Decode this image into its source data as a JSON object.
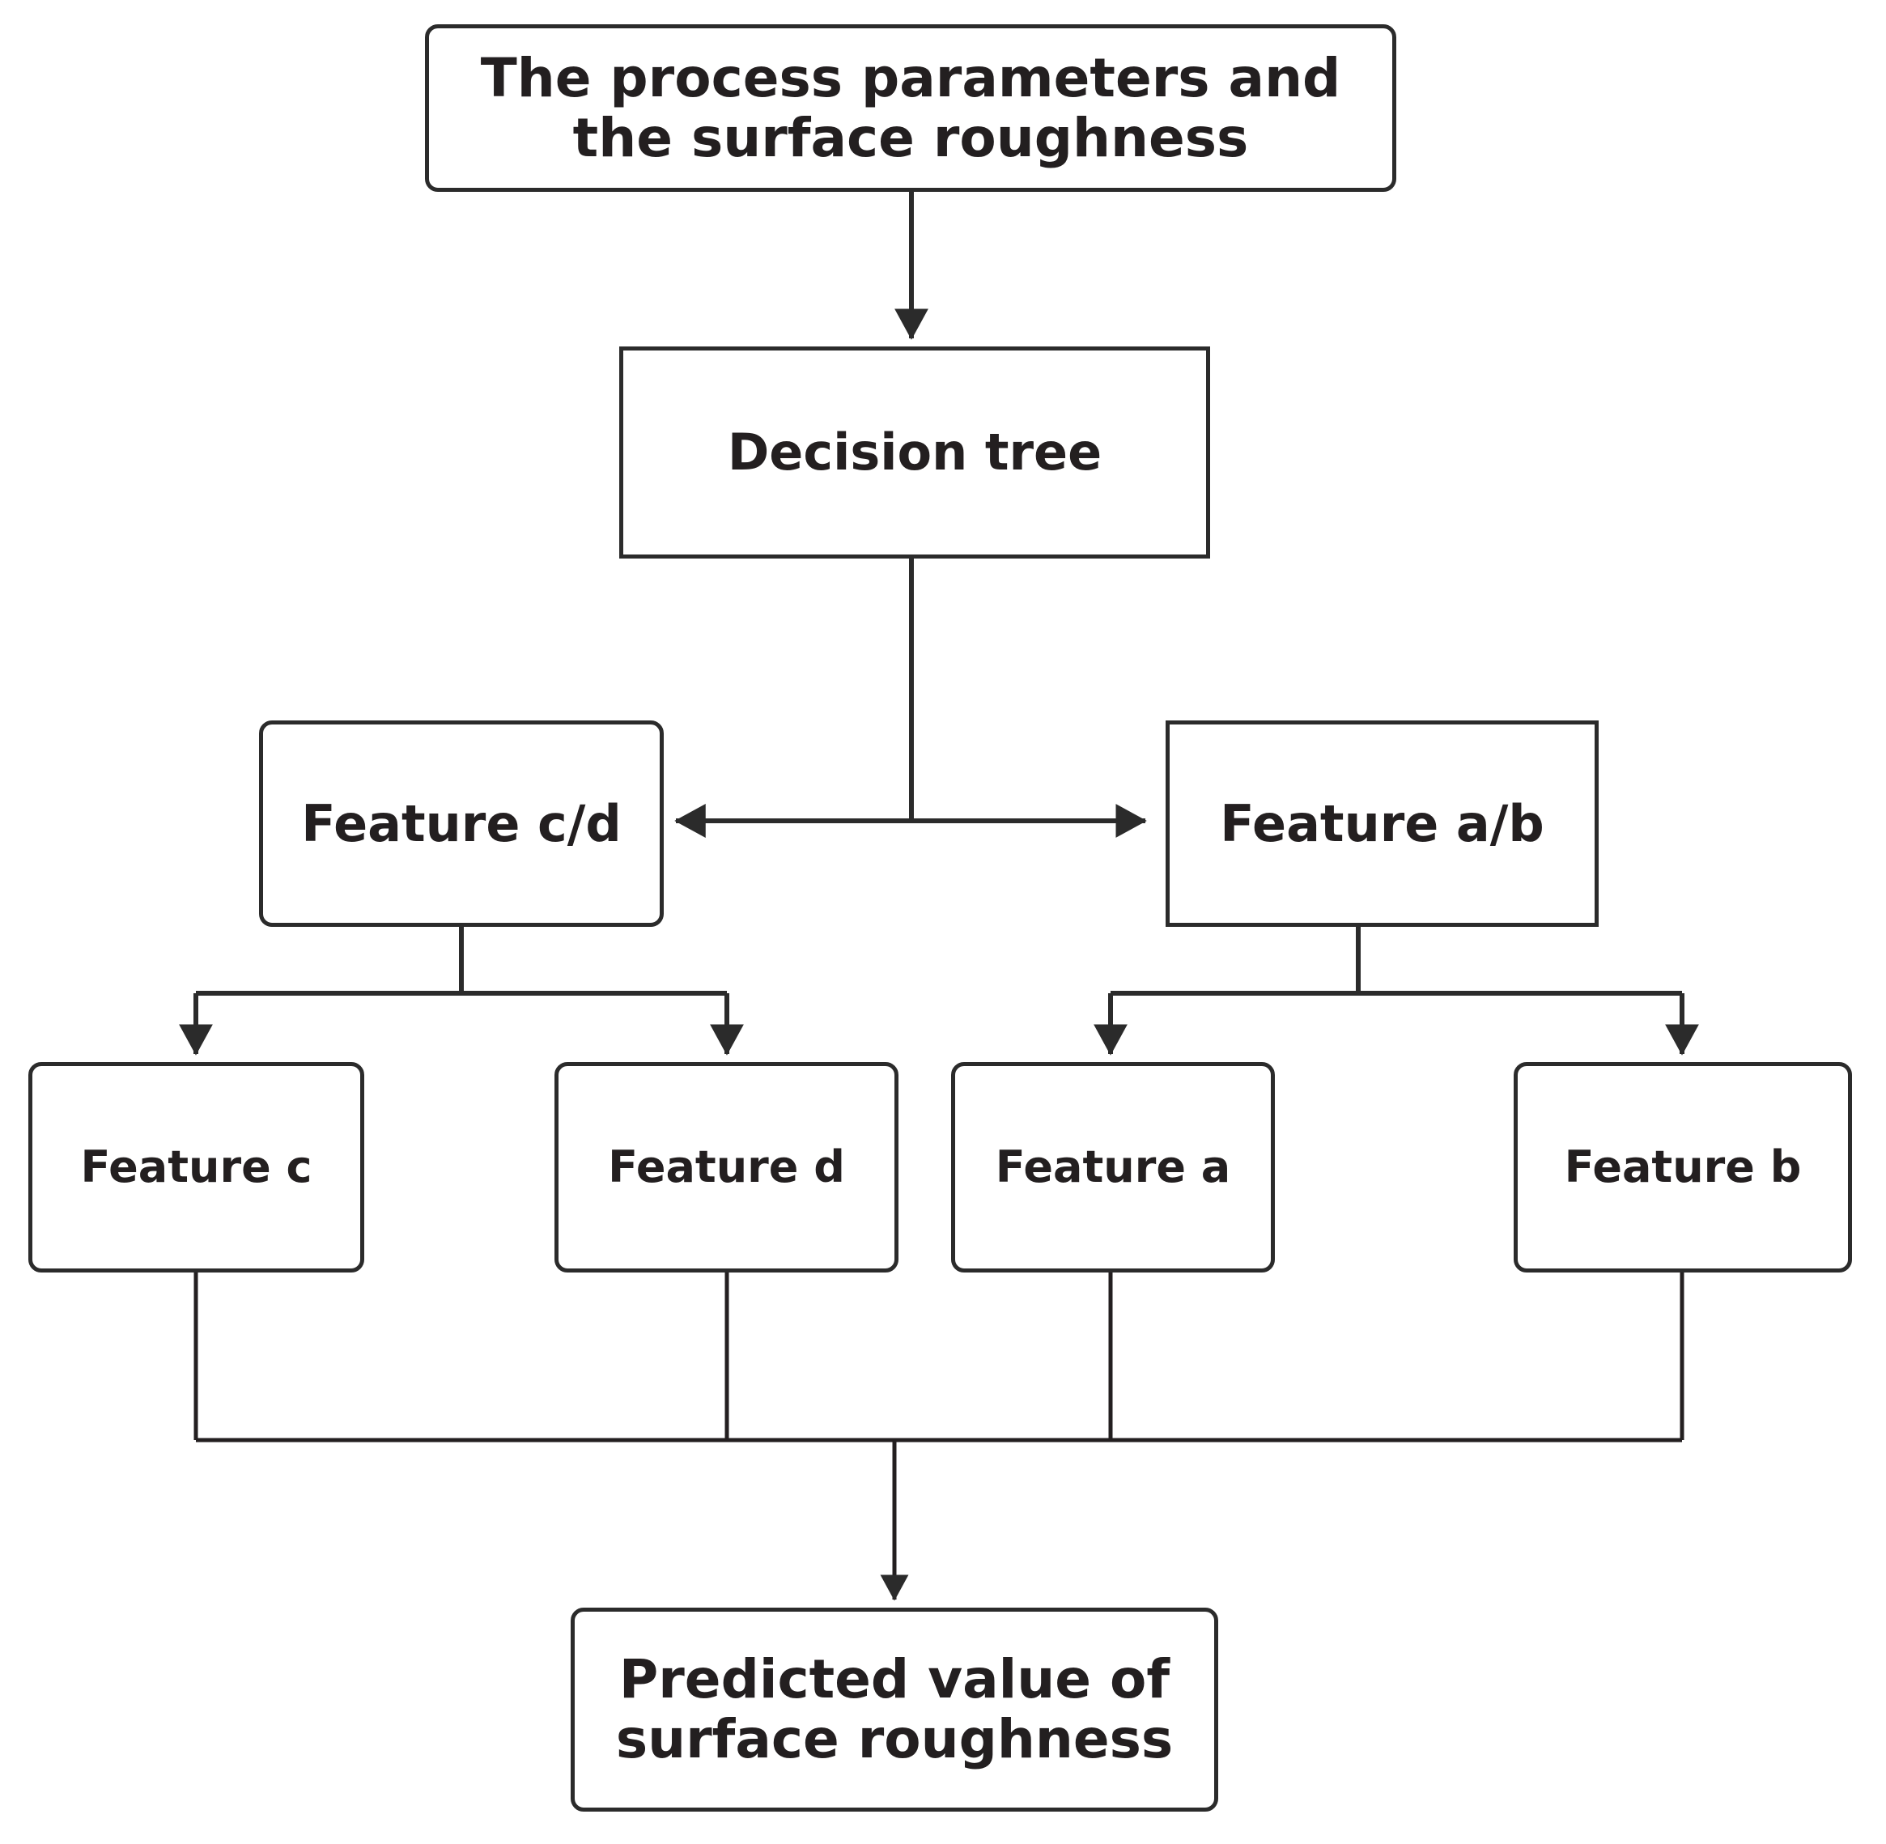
{
  "diagram": {
    "title": "Decision tree prediction flowchart",
    "background_color": "#ffffff",
    "line_color": "#2b2b2b",
    "text_color": "#231f20"
  },
  "nodes": {
    "input": {
      "label": "The process parameters and\nthe surface roughness"
    },
    "model": {
      "label": "Decision tree"
    },
    "split_left": {
      "label": "Feature c/d"
    },
    "split_right": {
      "label": "Feature a/b"
    },
    "leaf_c": {
      "label": "Feature c"
    },
    "leaf_d": {
      "label": "Feature d"
    },
    "leaf_a": {
      "label": "Feature a"
    },
    "leaf_b": {
      "label": "Feature b"
    },
    "output": {
      "label": "Predicted value of\nsurface roughness"
    }
  },
  "edges": [
    {
      "name": "input-to-model",
      "from": "input",
      "to": "model",
      "style": "arrow-down"
    },
    {
      "name": "model-to-split-left",
      "from": "model",
      "to": "split_left",
      "style": "arrow-left"
    },
    {
      "name": "model-to-split-right",
      "from": "model",
      "to": "split_right",
      "style": "arrow-right"
    },
    {
      "name": "split-left-to-leaf-c",
      "from": "split_left",
      "to": "leaf_c",
      "style": "elbow-arrow-down"
    },
    {
      "name": "split-left-to-leaf-d",
      "from": "split_left",
      "to": "leaf_d",
      "style": "elbow-arrow-down"
    },
    {
      "name": "split-right-to-leaf-a",
      "from": "split_right",
      "to": "leaf_a",
      "style": "elbow-arrow-down"
    },
    {
      "name": "split-right-to-leaf-b",
      "from": "split_right",
      "to": "leaf_b",
      "style": "elbow-arrow-down"
    },
    {
      "name": "leaves-to-output",
      "from": "leaf_c, leaf_d, leaf_a, leaf_b",
      "to": "output",
      "style": "merge-arrow-down"
    }
  ]
}
